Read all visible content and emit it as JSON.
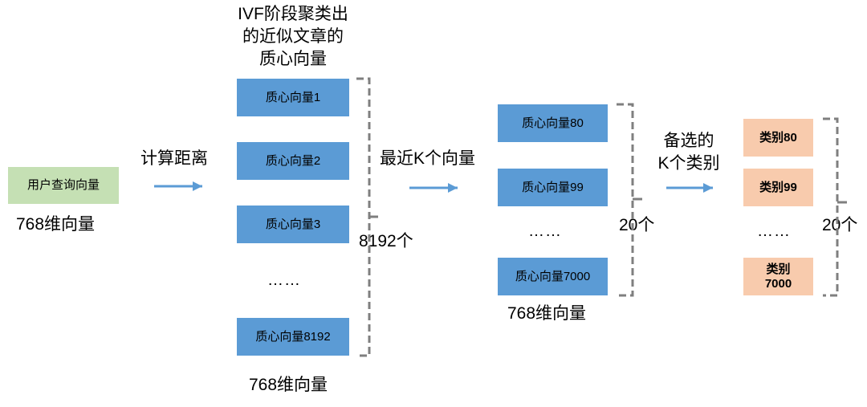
{
  "colors": {
    "query_box": "#c5e0b4",
    "centroid_box": "#5b9bd5",
    "category_box": "#f8cbad",
    "arrow": "#5b9bd5",
    "bracket": "#7f7f7f"
  },
  "query": {
    "label": "用户查询向量",
    "dimension": "768维向量"
  },
  "steps": {
    "compute_distance": "计算距离",
    "nearest_k": "最近K个向量",
    "candidate_lines": [
      "备选的",
      "K个类别"
    ]
  },
  "centroids": {
    "title_lines": [
      "IVF阶段聚类出",
      "的近似文章的",
      "质心向量"
    ],
    "items": [
      "质心向量1",
      "质心向量2",
      "质心向量3",
      "质心向量8192"
    ],
    "ellipsis": "……",
    "count": "8192个",
    "dimension": "768维向量"
  },
  "nearest": {
    "items": [
      "质心向量80",
      "质心向量99",
      "质心向量7000"
    ],
    "ellipsis": "……",
    "count": "20个",
    "dimension": "768维向量"
  },
  "categories": {
    "items": [
      [
        "类别80"
      ],
      [
        "类别99"
      ],
      [
        "类别",
        "7000"
      ]
    ],
    "ellipsis": "……",
    "count": "20个"
  }
}
